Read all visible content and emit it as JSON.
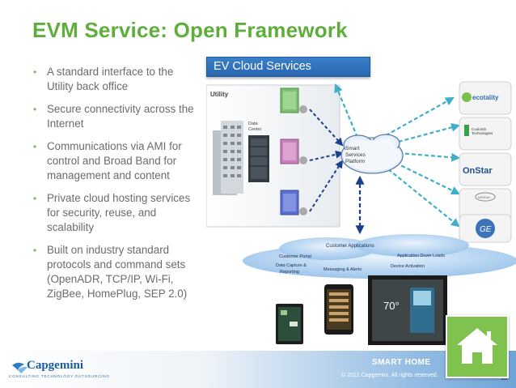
{
  "slide": {
    "title": "EVM Service: Open Framework",
    "bullets": [
      "A standard interface to the Utility back office",
      "Secure connectivity across the Internet",
      "Communications via AMI for control and Broad Band for management and content",
      "Private cloud hosting services for security, reuse, and scalability",
      "Built on industry standard protocols and command sets (OpenADR, TCP/IP, Wi-Fi, ZigBee, HomePlug, SEP 2.0)"
    ]
  },
  "diagram": {
    "banner": "EV Cloud Services",
    "utility_label": "Utility",
    "data_center_label": [
      "Data",
      "Center"
    ],
    "cloud_label": [
      "Smart",
      "Services",
      "Platform"
    ],
    "partners": {
      "ecotality": "ecotality",
      "coulomb": [
        "Coulomb",
        "Technologies"
      ],
      "onstar": "OnStar",
      "nissan": "NISSAN",
      "ge": "GE"
    },
    "app_cloud": {
      "customer_applications": "Customer Applications",
      "customer_portal": "Customer Portal",
      "application_down_loads": "Application Down Loads",
      "data_capture": [
        "Data Capture &",
        "Reporting"
      ],
      "messaging_alerts": "Messaging & Alerts",
      "device_activation": "Device Activation"
    },
    "thermostat_temp": "70°"
  },
  "footer": {
    "logo": "Capgemini",
    "logo_tagline": "CONSULTING.TECHNOLOGY.OUTSOURCING",
    "product": "SMART HOME",
    "copyright": "© 2012 Capgemini. All rights reserved.",
    "page_number": "10"
  },
  "colors": {
    "title_green": "#5fae3c",
    "bullet_dot": "#7bb84d",
    "banner_blue": "#2a66b0",
    "arrow_teal": "#3fb0c8",
    "footer_blue": "#6fa4d8",
    "home_green": "#7fc24d"
  }
}
